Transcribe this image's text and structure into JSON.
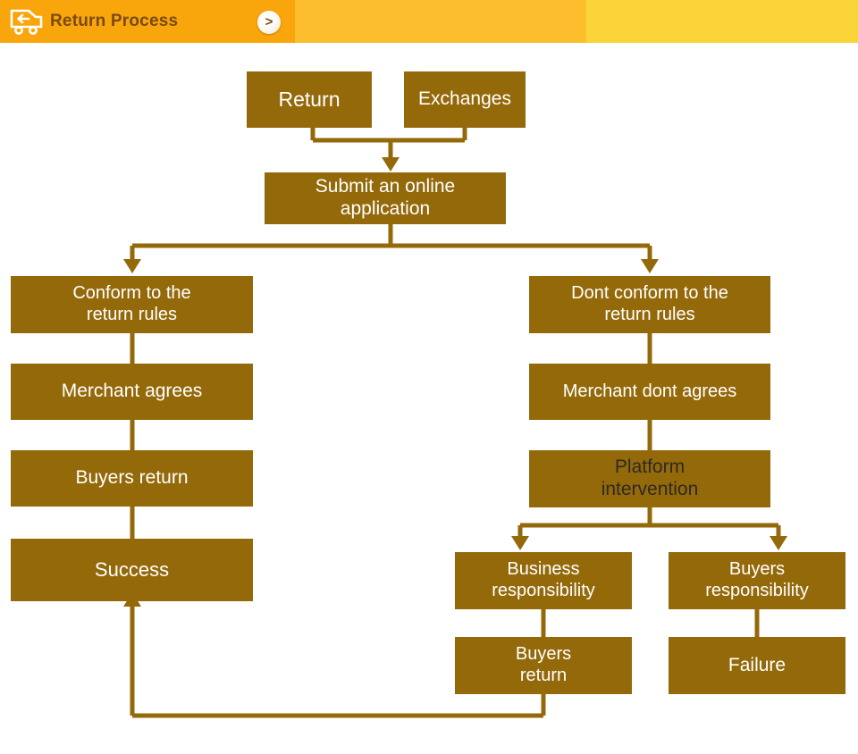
{
  "header": {
    "title": "Return Process",
    "truck_icon": "return-truck-icon",
    "next_icon": "chevron-right-icon",
    "next_label": ">",
    "band_colors": [
      "#f8a60c",
      "#fcbe2c",
      "#fbd43a"
    ]
  },
  "diagram": {
    "title": "Return Process",
    "node_fill": "#94690a",
    "node_text": "#ffffff",
    "connector_color": "#94690a",
    "nodes": [
      {
        "id": "return",
        "label": "Return"
      },
      {
        "id": "exchanges",
        "label": "Exchanges"
      },
      {
        "id": "submit",
        "label": "Submit an online\napplication"
      },
      {
        "id": "conform",
        "label": "Conform to the\nreturn rules"
      },
      {
        "id": "dont-conform",
        "label": "Dont conform to the\nreturn rules"
      },
      {
        "id": "merchant-agrees",
        "label": "Merchant agrees"
      },
      {
        "id": "merchant-dont",
        "label": "Merchant dont agrees"
      },
      {
        "id": "buyers-return-left",
        "label": "Buyers return"
      },
      {
        "id": "platform",
        "label": "Platform\nintervention"
      },
      {
        "id": "success",
        "label": "Success"
      },
      {
        "id": "business-resp",
        "label": "Business\nresponsibility"
      },
      {
        "id": "buyers-resp",
        "label": "Buyers\nresponsibility"
      },
      {
        "id": "buyers-return-mid",
        "label": "Buyers\nreturn"
      },
      {
        "id": "failure",
        "label": "Failure"
      }
    ],
    "edges": [
      {
        "from": "return",
        "to": "submit"
      },
      {
        "from": "exchanges",
        "to": "submit"
      },
      {
        "from": "submit",
        "to": "conform"
      },
      {
        "from": "submit",
        "to": "dont-conform"
      },
      {
        "from": "conform",
        "to": "merchant-agrees"
      },
      {
        "from": "merchant-agrees",
        "to": "buyers-return-left"
      },
      {
        "from": "buyers-return-left",
        "to": "success"
      },
      {
        "from": "dont-conform",
        "to": "merchant-dont"
      },
      {
        "from": "merchant-dont",
        "to": "platform"
      },
      {
        "from": "platform",
        "to": "business-resp"
      },
      {
        "from": "platform",
        "to": "buyers-resp"
      },
      {
        "from": "business-resp",
        "to": "buyers-return-mid"
      },
      {
        "from": "buyers-resp",
        "to": "failure"
      },
      {
        "from": "buyers-return-mid",
        "to": "success"
      }
    ]
  }
}
